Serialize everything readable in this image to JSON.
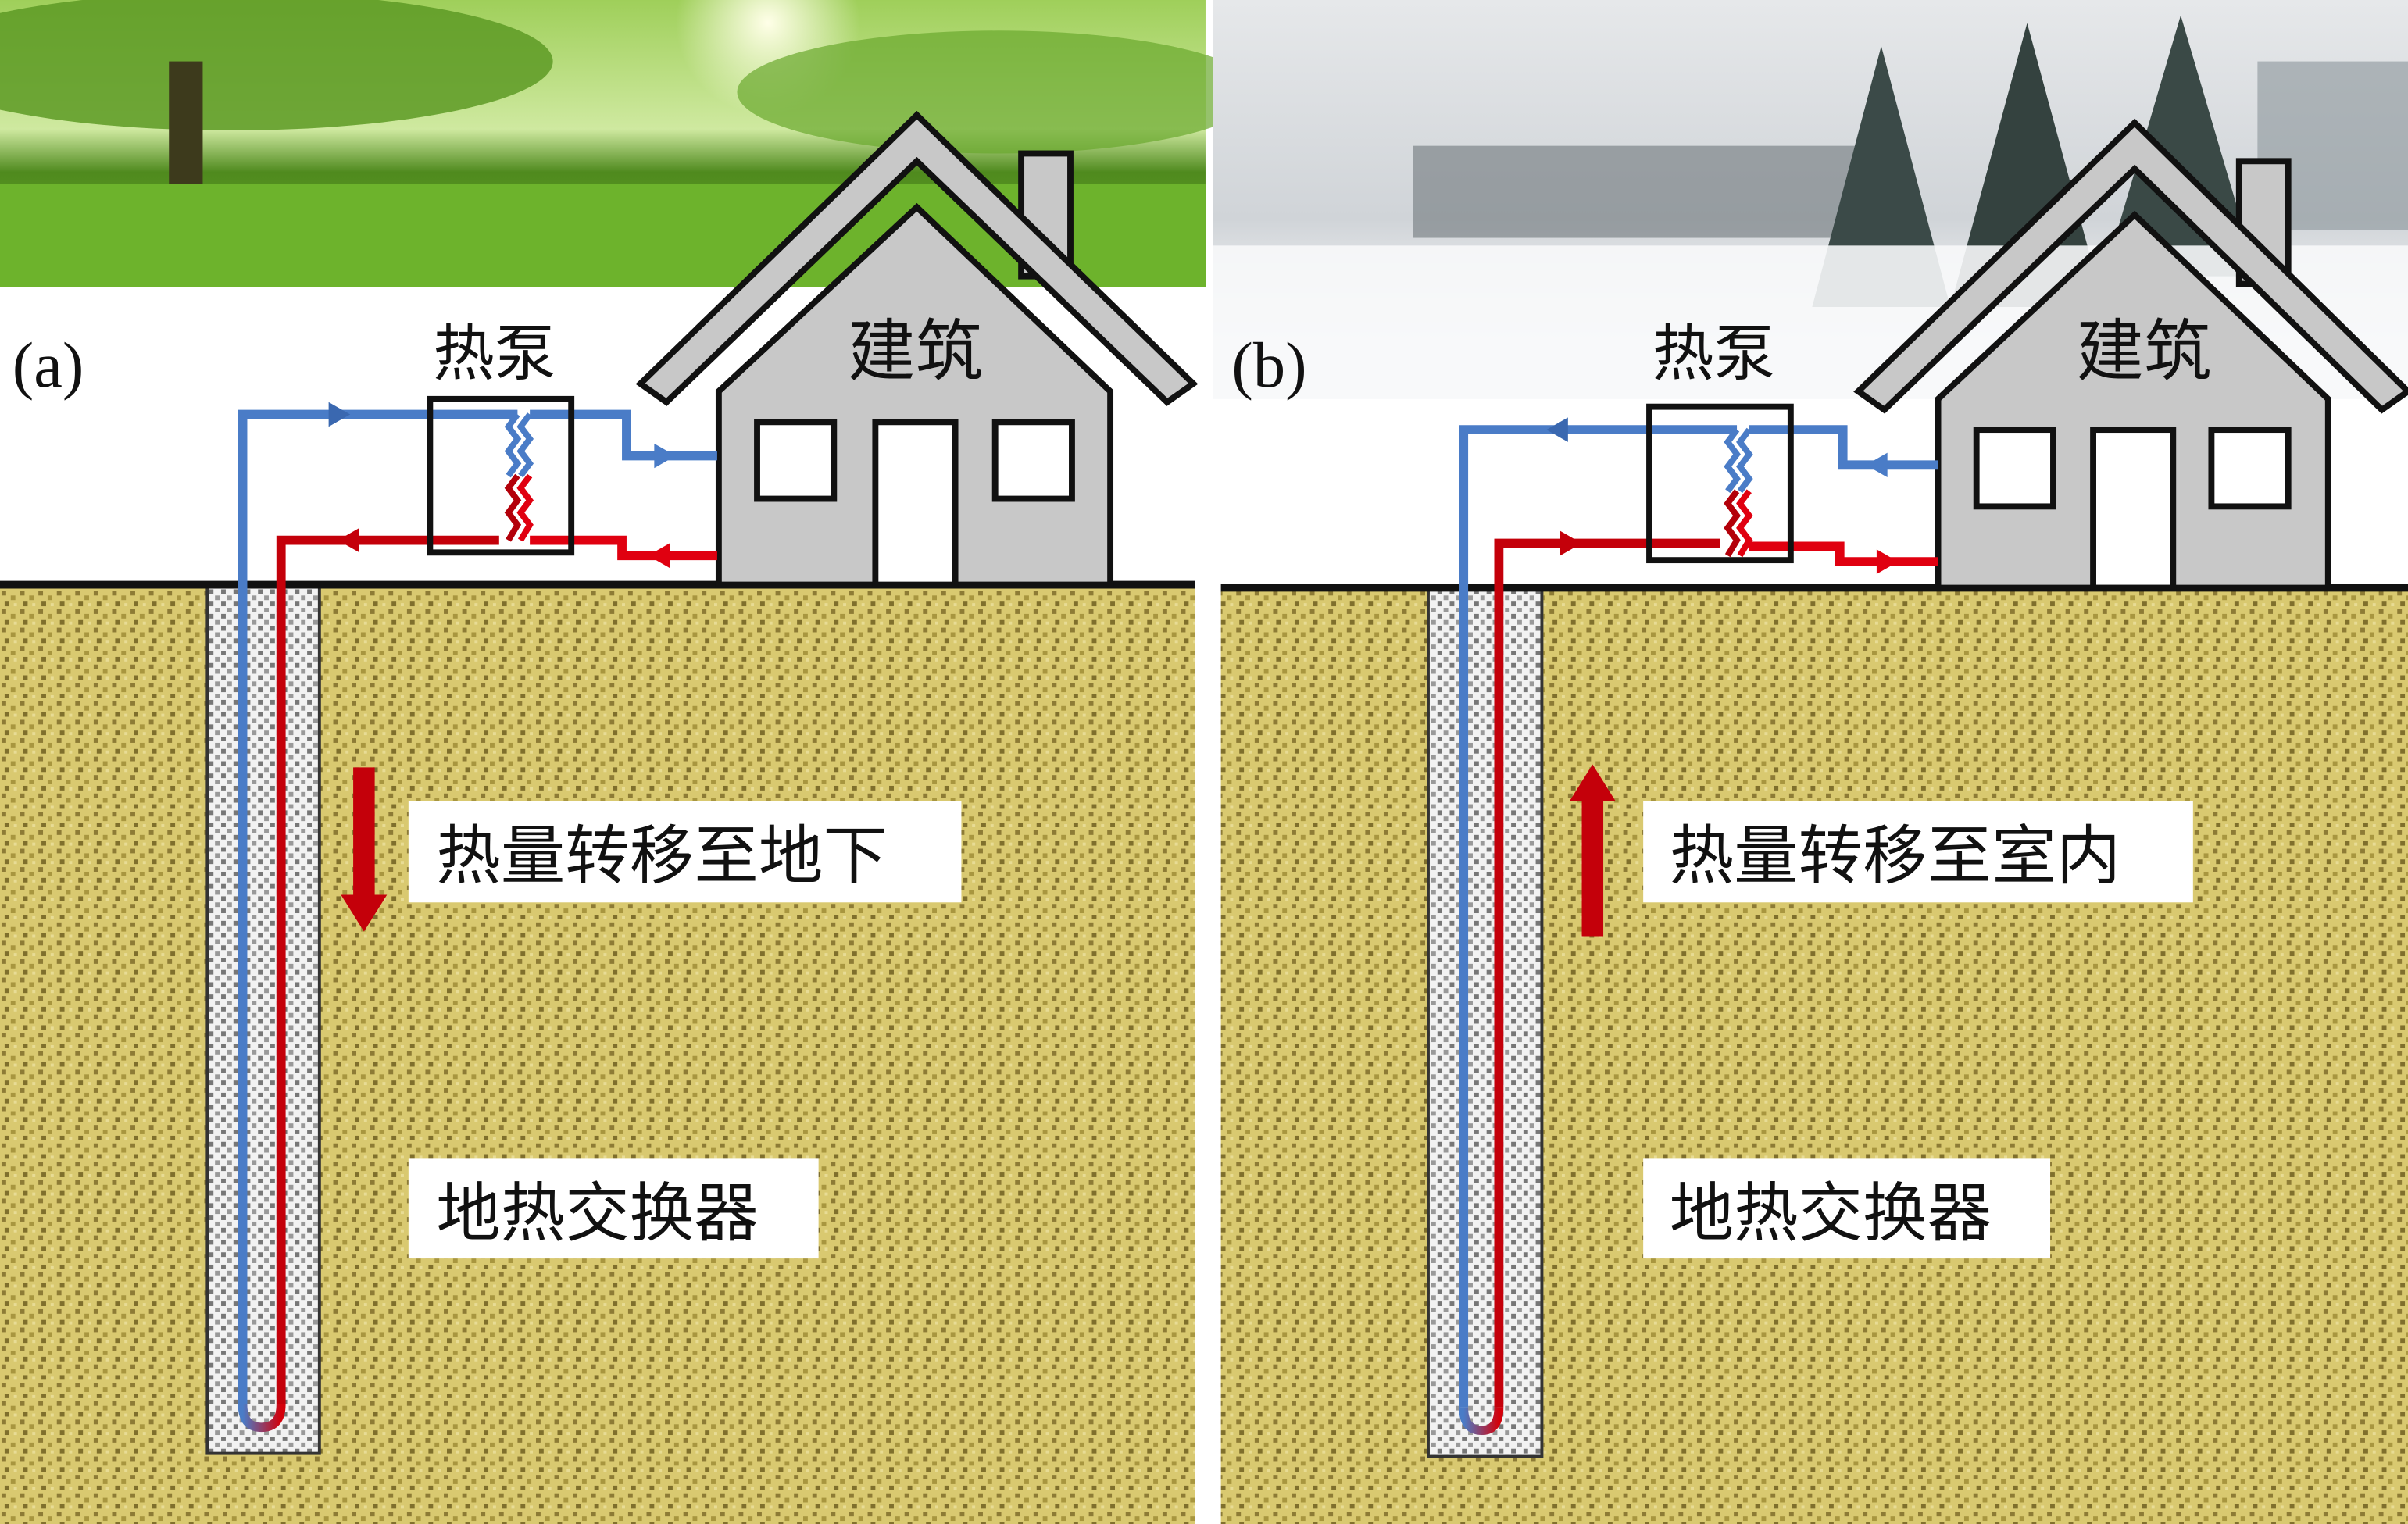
{
  "panels": [
    {
      "id": "a",
      "panel_label": "(a)",
      "scene": "summer",
      "heat_pump_label": "热泵",
      "building_label": "建筑",
      "transfer_label": "热量转移至地下",
      "transfer_direction": "down",
      "exchanger_label": "地热交换器"
    },
    {
      "id": "b",
      "panel_label": "(b)",
      "scene": "winter",
      "heat_pump_label": "热泵",
      "building_label": "建筑",
      "transfer_label": "热量转移至室内",
      "transfer_direction": "up",
      "exchanger_label": "地热交换器"
    }
  ],
  "colors": {
    "cold_pipe": "#4a7cc7",
    "hot_pipe": "#d4000a",
    "soil": "#d6c46a",
    "house": "#c8c8c8"
  }
}
